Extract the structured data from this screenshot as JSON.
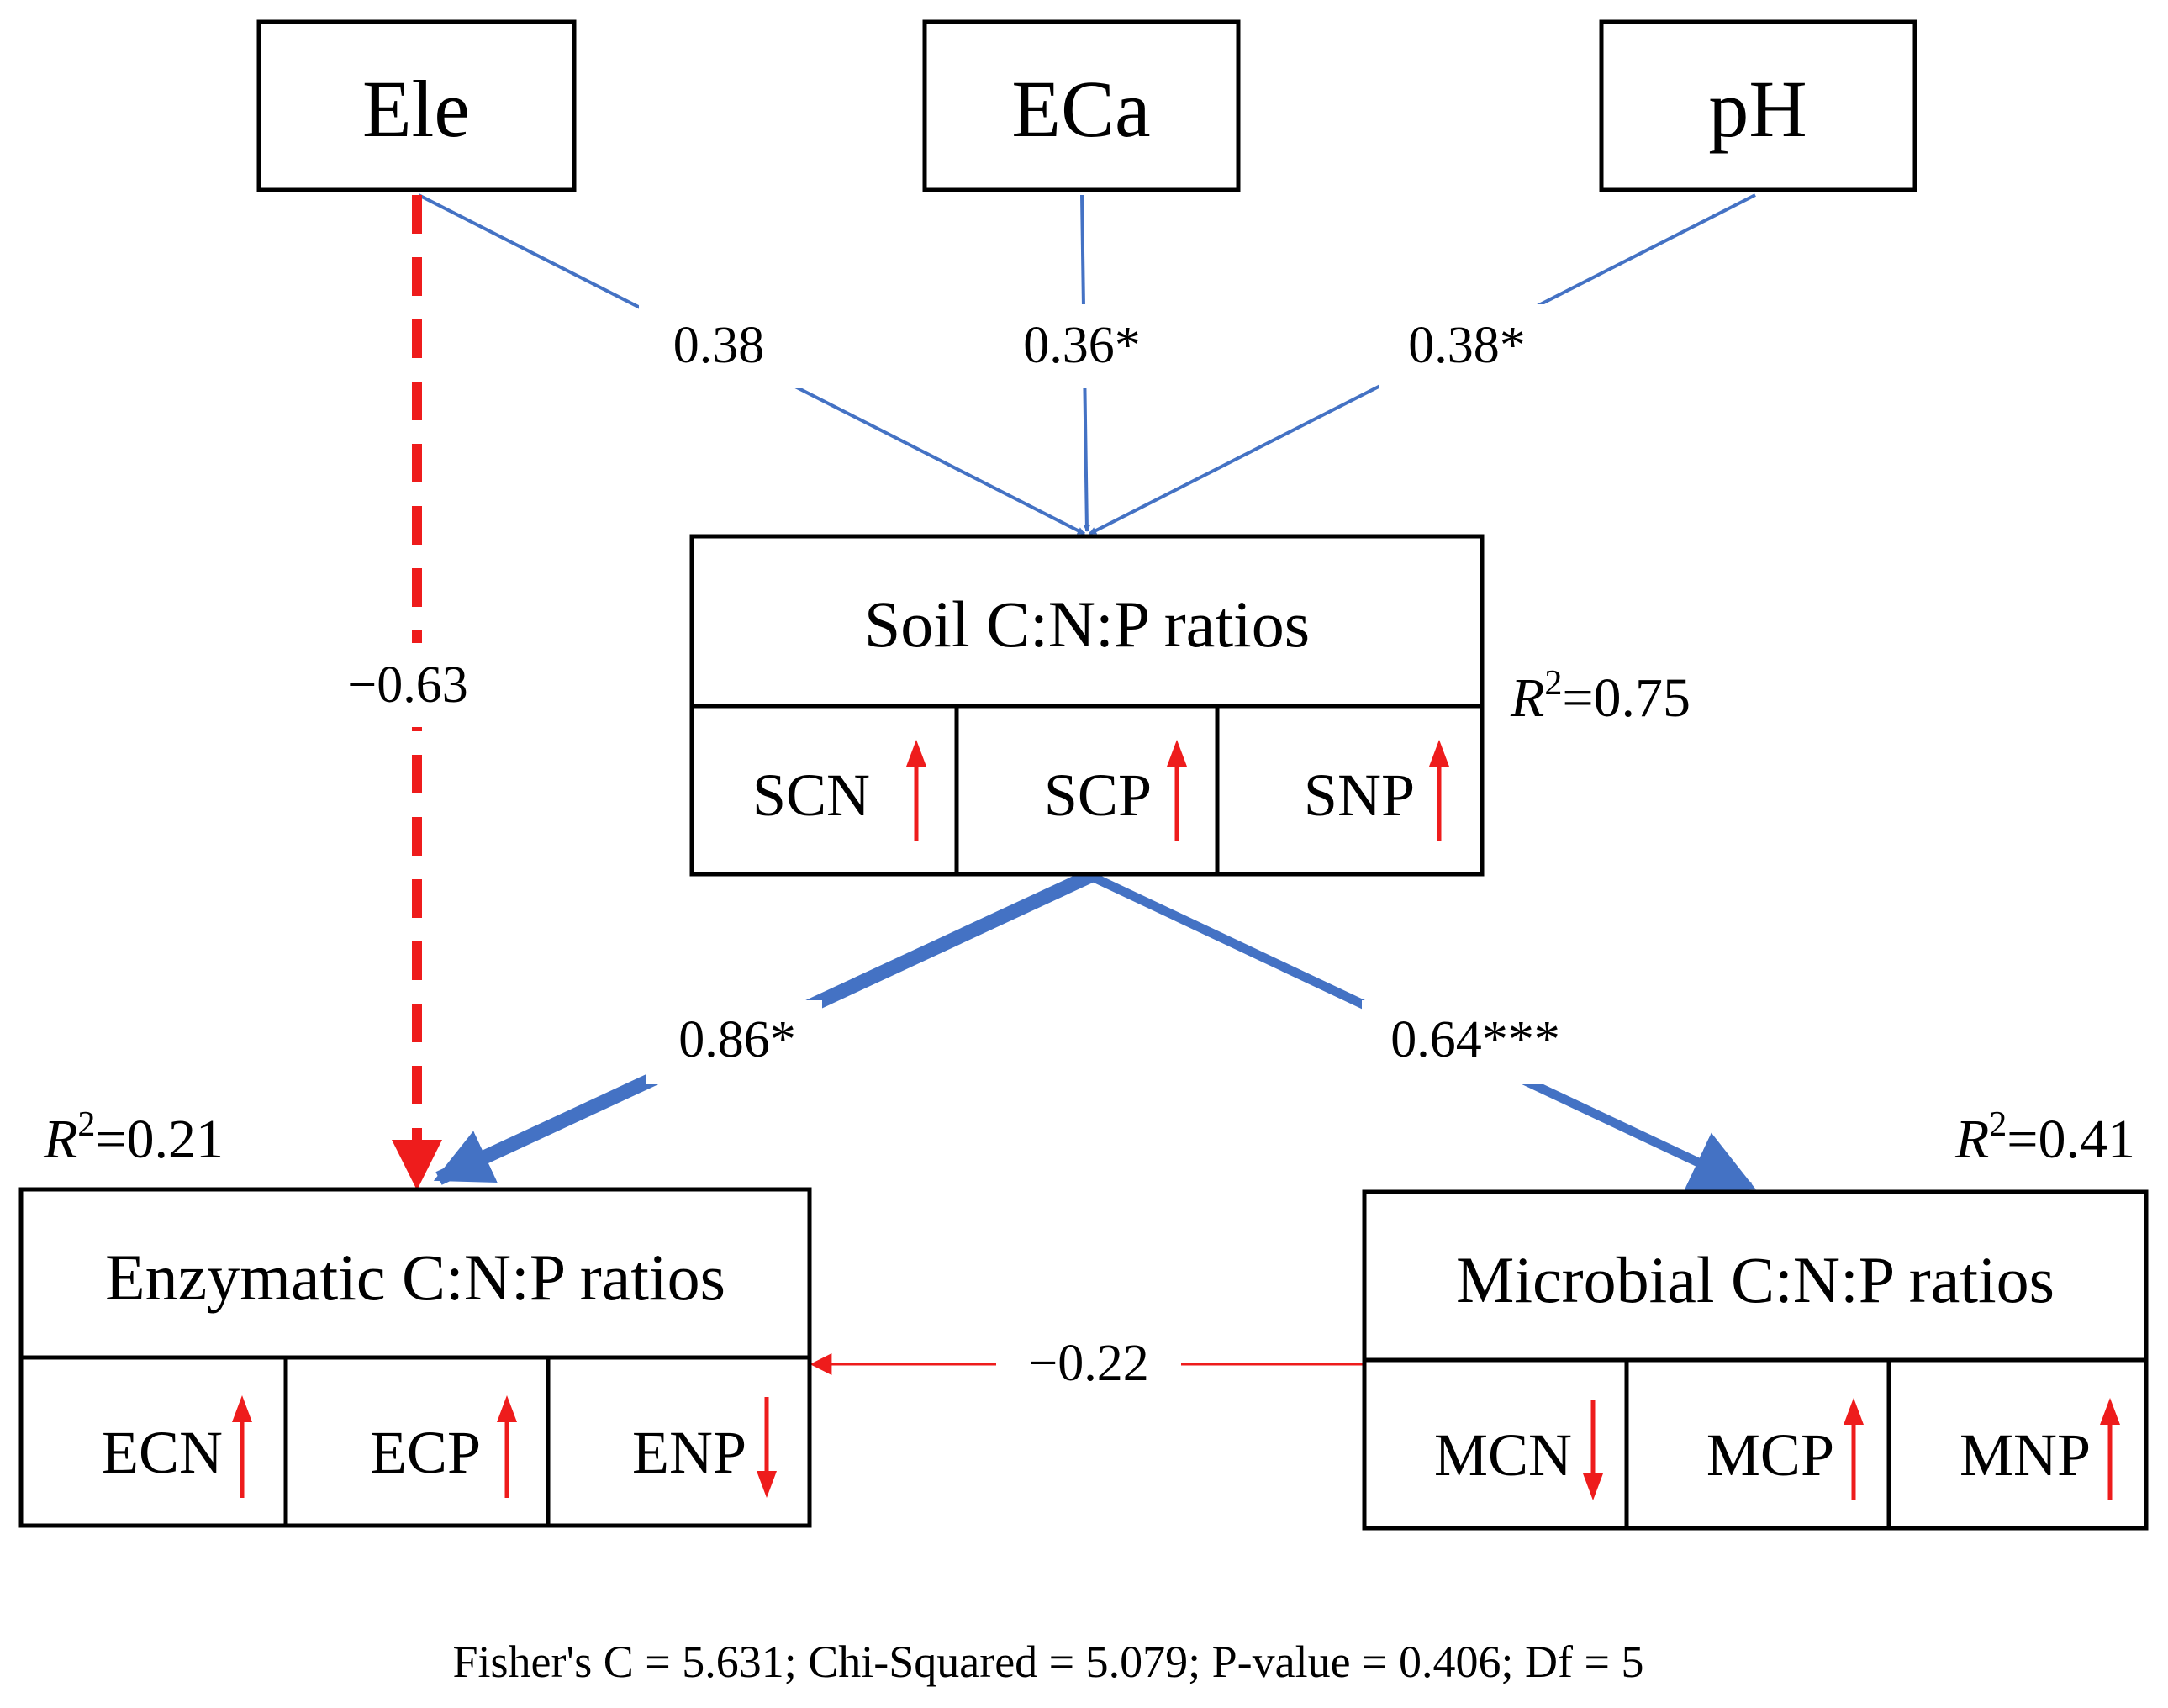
{
  "colors": {
    "positive_path": "#4472C4",
    "negative_path": "#EE1C1C",
    "arrow_up_down": "#EE1C1C",
    "box_stroke": "#000000"
  },
  "nodes": {
    "ele": {
      "label": "Ele"
    },
    "eca": {
      "label": "ECa"
    },
    "ph": {
      "label": "pH"
    },
    "soil": {
      "title": "Soil C:N:P ratios",
      "r2_symbol": "R",
      "r2_sup": "2",
      "r2_value": "=0.75",
      "items": [
        {
          "label": "SCN",
          "direction": "up"
        },
        {
          "label": "SCP",
          "direction": "up"
        },
        {
          "label": "SNP",
          "direction": "up"
        }
      ]
    },
    "enzymatic": {
      "title": "Enzymatic C:N:P ratios",
      "r2_symbol": "R",
      "r2_sup": "2",
      "r2_value": "=0.21",
      "items": [
        {
          "label": "ECN",
          "direction": "up"
        },
        {
          "label": "ECP",
          "direction": "up"
        },
        {
          "label": "ENP",
          "direction": "down"
        }
      ]
    },
    "microbial": {
      "title": "Microbial C:N:P ratios",
      "r2_symbol": "R",
      "r2_sup": "2",
      "r2_value": "=0.41",
      "items": [
        {
          "label": "MCN",
          "direction": "down"
        },
        {
          "label": "MCP",
          "direction": "up"
        },
        {
          "label": "MNP",
          "direction": "up"
        }
      ]
    }
  },
  "paths": {
    "ele_to_soil": {
      "coefficient": "0.38",
      "sign": "positive",
      "style": "solid"
    },
    "eca_to_soil": {
      "coefficient": "0.36*",
      "sign": "positive",
      "style": "solid"
    },
    "ph_to_soil": {
      "coefficient": "0.38*",
      "sign": "positive",
      "style": "solid"
    },
    "ele_to_enzymatic": {
      "coefficient": "−0.63",
      "sign": "negative",
      "style": "dashed"
    },
    "soil_to_enzymatic": {
      "coefficient": "0.86*",
      "sign": "positive",
      "style": "solid"
    },
    "soil_to_microbial": {
      "coefficient": "0.64***",
      "sign": "positive",
      "style": "solid"
    },
    "microbial_to_enzymatic": {
      "coefficient": "−0.22",
      "sign": "negative",
      "style": "solid"
    }
  },
  "footer": "Fisher's C = 5.631; Chi-Squared = 5.079; P-value = 0.406; Df = 5"
}
